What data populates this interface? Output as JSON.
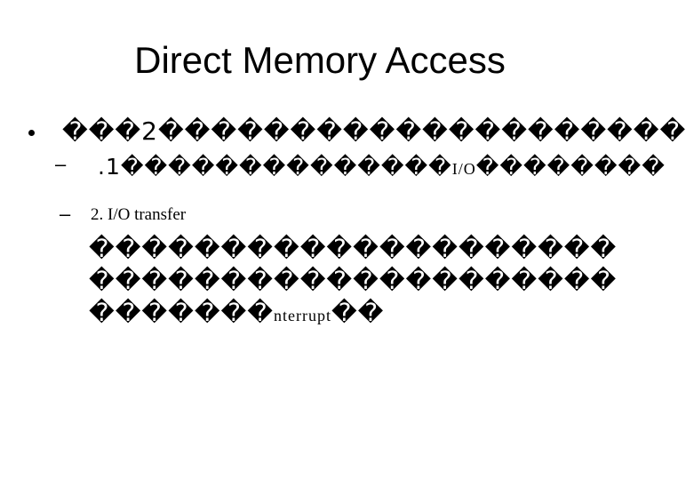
{
  "slide": {
    "title": "Direct Memory Access",
    "bullet1": "���2��������������������",
    "sub1_num": ".1",
    "sub1_text": "��������������",
    "sub1_io": "I/O",
    "sub1_tail": "��������",
    "sub2": "2. I/O transfer",
    "body_line1": "��������������������",
    "body_line2": "��������������������",
    "body_line3_a": "�������",
    "body_line3_interrupt": "nterrupt",
    "body_line3_b": "��",
    "dash": "–"
  }
}
